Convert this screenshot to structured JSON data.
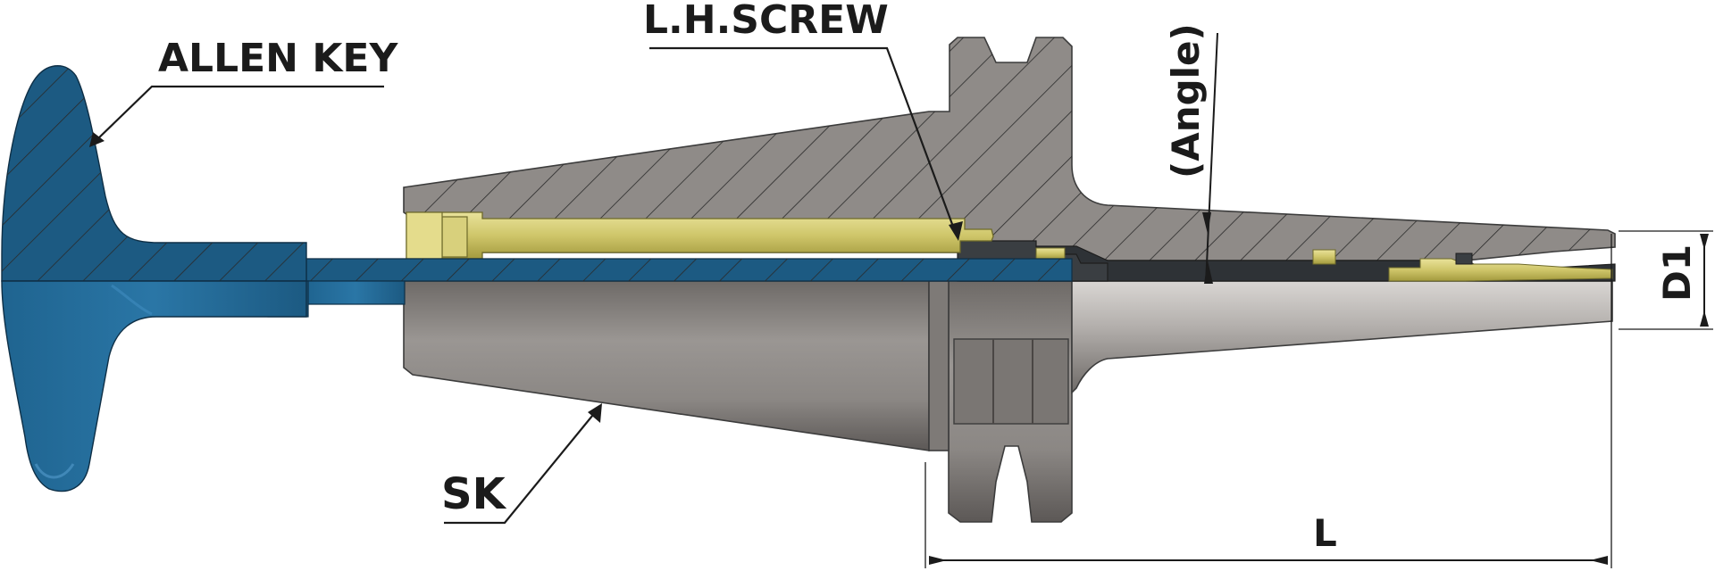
{
  "labels": {
    "allen_key": "ALLEN KEY",
    "lh_screw": "L.H.SCREW",
    "angle": "(Angle)",
    "d1": "D1",
    "sk": "SK",
    "l": "L"
  },
  "colors": {
    "allen_key": "#1c5a82",
    "holder_section": "#8f8b88",
    "holder_body": "#8a8682",
    "brass": "#cfc66a",
    "dark_insert": "#2e3236",
    "line": "#1b1b1b"
  }
}
